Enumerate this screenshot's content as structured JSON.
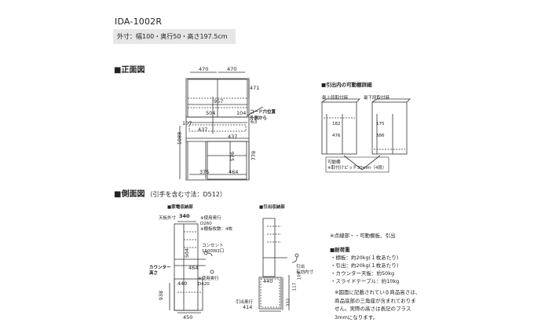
{
  "product": {
    "model": "IDA-1002R",
    "outer_size": "外寸：幅100・奥行50・高さ197.5cm"
  },
  "front_view": {
    "heading": "■正面図",
    "dims": {
      "w470a": "470",
      "w470b": "470",
      "h471": "471",
      "w957": "957",
      "h504": "504",
      "w104": "104",
      "w437a": "437",
      "w437b": "437",
      "h107": "107",
      "h63": "63",
      "h1088": "1088",
      "h778": "778",
      "h576": "576",
      "w375": "375",
      "w464": "464"
    },
    "callout": "コード穴位置\n外側から"
  },
  "drawer_detail": {
    "heading": "■引出内の可動棚詳細",
    "top_label": "最上段取付時",
    "bottom_label": "最下段取付時",
    "left_vals": {
      "a": "182",
      "b": "476"
    },
    "right_vals": {
      "a": "175",
      "b": "386"
    },
    "shelf_note_1": "可動棚",
    "shelf_note_2": "※取付けピッチ30mm（4段）"
  },
  "side_view": {
    "heading": "■側面図",
    "heading_sub": "（引手を含む寸法：D512）",
    "appliance_heading": "■家電収納部",
    "drawer_heading": "■引出収納部",
    "outer_label": "天板外寸",
    "w340": "340",
    "util_depth": "※使用奥行\nD260\n※棚板枚数：4枚",
    "h504": "504",
    "outlet": "コンセント\n1500W2口",
    "w464": "464",
    "counter": "カウンター\n高さ",
    "w440": "440",
    "util_depth2": "※使用奥行\nD420",
    "h938": "938",
    "w450": "450",
    "drawer_inner": "引出\n有効内寸",
    "pull_depth_label": "引出奥行",
    "pull_depth": "414",
    "d_w440": "440",
    "vals_v": {
      "a": "332",
      "b": "117",
      "c": "109"
    }
  },
  "notes": {
    "dotted": "※点線部・・可動棚板、引出",
    "load_heading": "■耐荷重",
    "load_items": [
      "・棚板：約20kg(１枚あたり)",
      "・引出：約20kg(１枚あたり)",
      "・カウンター天板：約50kg",
      "・スライドテーブル：約10kg"
    ],
    "height_note": "※図面に記載されている商品高さは、\n商品底部の三角座が含まれておりま\nせん。実際の高さは表記のプラス\n3mmになります。"
  }
}
